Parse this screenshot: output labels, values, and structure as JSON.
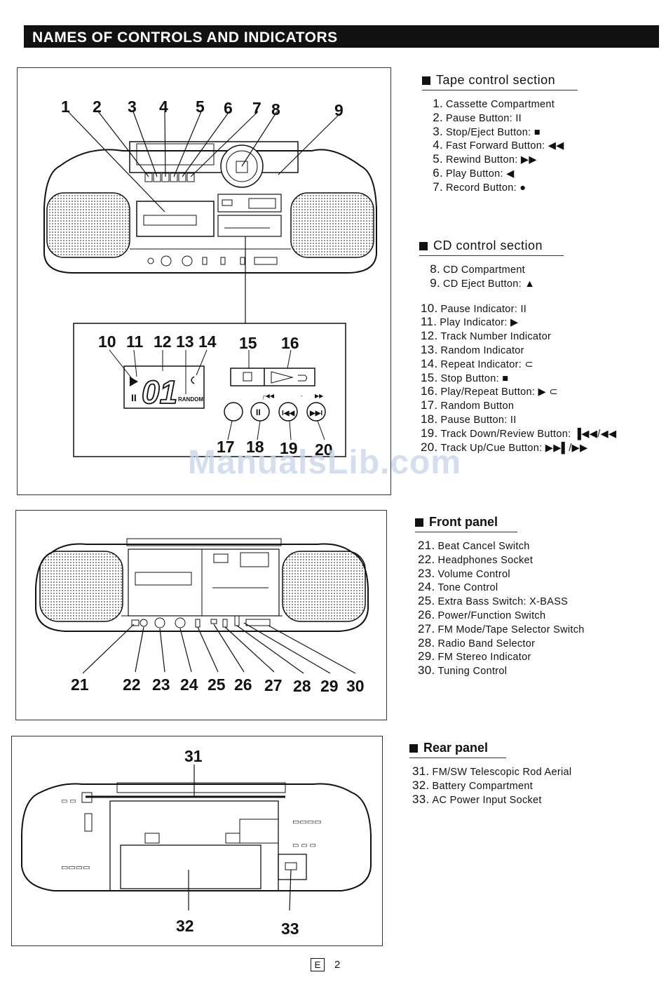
{
  "header": {
    "title": "NAMES OF CONTROLS AND INDICATORS"
  },
  "diagrams": {
    "top": {
      "callouts_main": [
        "1",
        "2",
        "3",
        "4",
        "5",
        "6",
        "7",
        "8",
        "9"
      ],
      "display_callouts": [
        "10",
        "11",
        "12",
        "13",
        "14",
        "15",
        "16"
      ],
      "bottom_callouts": [
        "17",
        "18",
        "19",
        "20"
      ],
      "display_digits": "01",
      "random_label": "RANDOM"
    },
    "front": {
      "callouts": [
        "21",
        "22",
        "23",
        "24",
        "25",
        "26",
        "27",
        "28",
        "29",
        "30"
      ]
    },
    "rear": {
      "callouts": [
        "31",
        "32",
        "33"
      ]
    }
  },
  "tape_section": {
    "title": "Tape control section",
    "items": [
      {
        "num": "1.",
        "label": "Cassette Compartment"
      },
      {
        "num": "2.",
        "label": "Pause Button: II"
      },
      {
        "num": "3.",
        "label": "Stop/Eject Button: ■"
      },
      {
        "num": "4.",
        "label": "Fast Forward Button: ◀◀"
      },
      {
        "num": "5.",
        "label": "Rewind Button: ▶▶"
      },
      {
        "num": "6.",
        "label": "Play Button: ◀"
      },
      {
        "num": "7.",
        "label": "Record Button: ●"
      }
    ]
  },
  "cd_section": {
    "title": "CD control section",
    "items_a": [
      {
        "num": "8.",
        "label": "CD Compartment"
      },
      {
        "num": "9.",
        "label": "CD Eject Button: ▲"
      }
    ],
    "items_b": [
      {
        "num": "10.",
        "label": "Pause Indicator: II"
      },
      {
        "num": "11.",
        "label": "Play Indicator: ▶"
      },
      {
        "num": "12.",
        "label": "Track Number Indicator"
      },
      {
        "num": "13.",
        "label": "Random Indicator"
      },
      {
        "num": "14.",
        "label": "Repeat Indicator: ⊂"
      },
      {
        "num": "15.",
        "label": "Stop Button: ■"
      },
      {
        "num": "16.",
        "label": "Play/Repeat Button: ▶ ⊂"
      },
      {
        "num": "17.",
        "label": "Random Button"
      },
      {
        "num": "18.",
        "label": "Pause Button: II"
      },
      {
        "num": "19.",
        "label": "Track Down/Review Button: ▐◀◀/◀◀"
      },
      {
        "num": "20.",
        "label": "Track Up/Cue Button: ▶▶▌/▶▶"
      }
    ]
  },
  "front_panel": {
    "title": "Front panel",
    "items": [
      {
        "num": "21.",
        "label": "Beat Cancel Switch"
      },
      {
        "num": "22.",
        "label": "Headphones Socket"
      },
      {
        "num": "23.",
        "label": "Volume Control"
      },
      {
        "num": "24.",
        "label": "Tone Control"
      },
      {
        "num": "25.",
        "label": "Extra Bass Switch: X-BASS"
      },
      {
        "num": "26.",
        "label": "Power/Function Switch"
      },
      {
        "num": "27.",
        "label": "FM Mode/Tape Selector Switch"
      },
      {
        "num": "28.",
        "label": "Radio Band Selector"
      },
      {
        "num": "29.",
        "label": "FM Stereo Indicator"
      },
      {
        "num": "30.",
        "label": "Tuning Control"
      }
    ]
  },
  "rear_panel": {
    "title": "Rear panel",
    "items": [
      {
        "num": "31.",
        "label": "FM/SW Telescopic Rod Aerial"
      },
      {
        "num": "32.",
        "label": "Battery Compartment"
      },
      {
        "num": "33.",
        "label": "AC Power Input Socket"
      }
    ]
  },
  "watermark": "ManualsLib.com",
  "footer": {
    "lang": "E",
    "page": "2"
  }
}
